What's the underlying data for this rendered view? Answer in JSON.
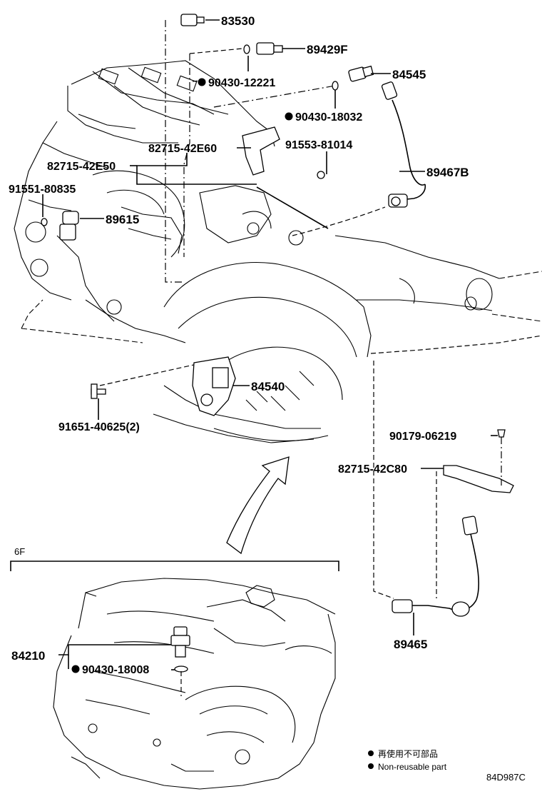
{
  "parts": {
    "p83530": "83530",
    "p89429F": "89429F",
    "p90430_12221": "90430-12221",
    "p84545": "84545",
    "p90430_18032": "90430-18032",
    "p82715_42E60": "82715-42E60",
    "p91553_81014": "91553-81014",
    "p82715_42E50": "82715-42E50",
    "p89467B": "89467B",
    "p91551_80835": "91551-80835",
    "p89615": "89615",
    "p84540": "84540",
    "p91651_40625": "91651-40625(2)",
    "p90179_06219": "90179-06219",
    "p82715_42C80": "82715-42C80",
    "p89465": "89465",
    "p84210": "84210",
    "p90430_18008": "90430-18008"
  },
  "section": {
    "label": "6F"
  },
  "legend": {
    "line1": "再使用不可部品",
    "line2": "Non-reusable part",
    "marker_color": "#000000"
  },
  "diagram_code": "84D987C"
}
